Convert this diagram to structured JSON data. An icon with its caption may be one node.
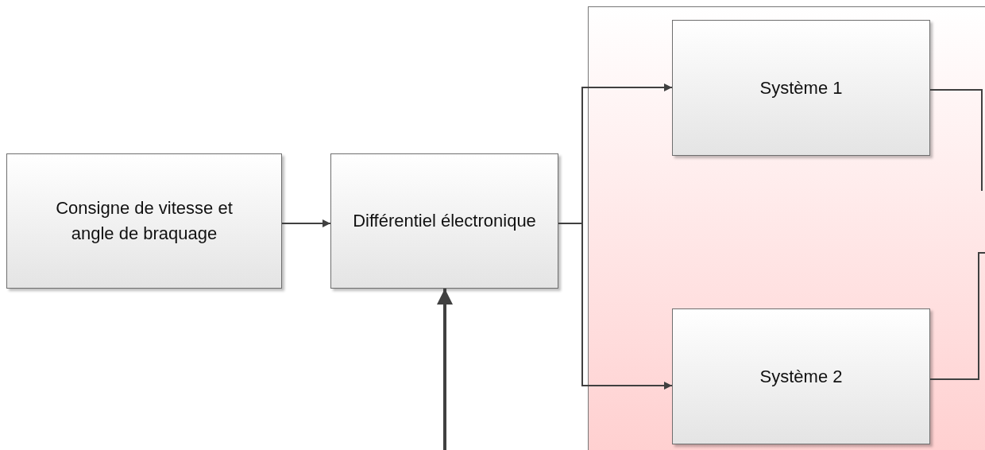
{
  "diagram": {
    "nodes": [
      {
        "text": [
          "Consigne de vitesse et angle de braquage"
        ]
      },
      {
        "text": [
          "Différentiel électronique"
        ]
      },
      {
        "text": [],
        "shape": "box"
      },
      {
        "text": [
          "Système 1"
        ],
        "in": 2
      },
      {
        "text": [
          "Système 2"
        ],
        "in": 2
      }
    ],
    "edges": [
      {
        "from": 0,
        "to": 1,
        "arrow": "to"
      },
      {
        "from": 1,
        "to": 3,
        "arrow": "to"
      },
      {
        "from": 1,
        "to": 4,
        "arrow": "to"
      },
      {
        "from": null,
        "to": 1,
        "arrow": "to",
        "style": "thick"
      },
      {
        "from": 3,
        "to": null,
        "arrow": "none"
      },
      {
        "from": 4,
        "to": null,
        "arrow": "none"
      }
    ]
  }
}
